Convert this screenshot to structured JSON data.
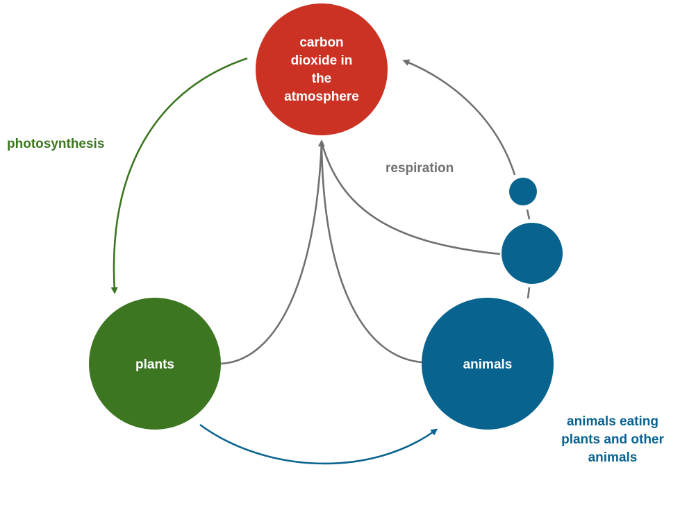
{
  "colors": {
    "atmosphere": "#cb3223",
    "plants": "#3c7620",
    "animals": "#09638f",
    "respiration": "#707070",
    "background": "#ffffff"
  },
  "nodes": {
    "atmosphere": {
      "lines": [
        "carbon",
        "dioxide in",
        "the",
        "atmosphere"
      ]
    },
    "plants": {
      "lines": [
        "plants"
      ]
    },
    "animals": {
      "lines": [
        "animals"
      ]
    }
  },
  "labels": {
    "photosynthesis": [
      "photosynthesis"
    ],
    "respiration": [
      "respiration"
    ],
    "eating": [
      "animals eating",
      "plants and other",
      "animals"
    ]
  }
}
